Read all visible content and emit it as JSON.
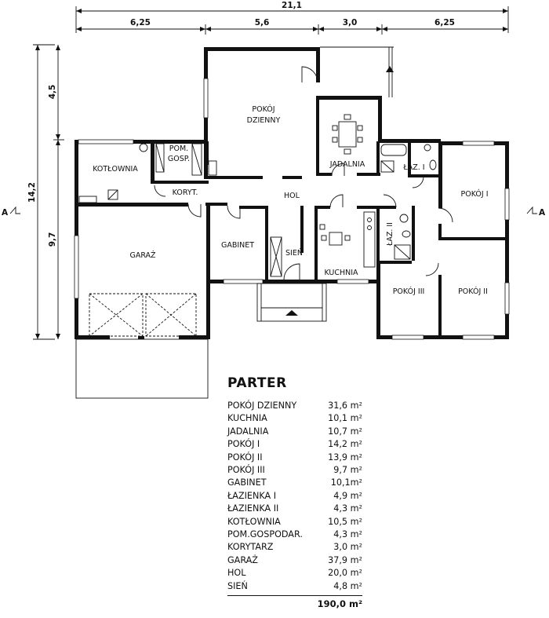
{
  "dimensions": {
    "overall_width": "21,1",
    "segment_1": "6,25",
    "segment_2": "5,6",
    "segment_3": "3,0",
    "segment_4": "6,25",
    "overall_depth": "14,2",
    "upper_depth": "4,5",
    "lower_depth": "9,7"
  },
  "section_marker": "A",
  "rooms": {
    "pokoj_dzienny_1": "POKÓJ",
    "pokoj_dzienny_2": "DZIENNY",
    "jadalnia": "JADALNIA",
    "kotlownia": "KOTŁOWNIA",
    "pom_gosp_1": "POM.",
    "pom_gosp_2": "GOSP.",
    "koryt": "KORYT.",
    "hol": "HOL",
    "laz_1": "ŁAZ. I",
    "laz_2": "ŁAZ. II",
    "pokoj_1": "POKÓJ I",
    "pokoj_2": "POKÓJ II",
    "pokoj_3": "POKÓJ III",
    "garaz": "GARAŻ",
    "gabinet": "GABINET",
    "sien": "SIEŃ",
    "kuchnia": "KUCHNIA"
  },
  "area_table": {
    "title": "PARTER",
    "rows": [
      {
        "name": "POKÓJ DZIENNY",
        "area": "31,6 m²"
      },
      {
        "name": "KUCHNIA",
        "area": "10,1 m²"
      },
      {
        "name": "JADALNIA",
        "area": "10,7 m²"
      },
      {
        "name": "POKÓJ I",
        "area": "14,2 m²"
      },
      {
        "name": "POKÓJ II",
        "area": "13,9 m²"
      },
      {
        "name": "POKÓJ III",
        "area": "9,7 m²"
      },
      {
        "name": "GABINET",
        "area": "10,1m²"
      },
      {
        "name": "ŁAZIENKA I",
        "area": "4,9 m²"
      },
      {
        "name": "ŁAZIENKA II",
        "area": "4,3 m²"
      },
      {
        "name": "KOTŁOWNIA",
        "area": "10,5 m²"
      },
      {
        "name": "POM.GOSPODAR.",
        "area": "4,3 m²"
      },
      {
        "name": "KORYTARZ",
        "area": "3,0 m²"
      },
      {
        "name": "GARAŻ",
        "area": "37,9 m²"
      },
      {
        "name": "HOL",
        "area": "20,0 m²"
      },
      {
        "name": "SIEŃ",
        "area": "4,8 m²"
      }
    ],
    "total": "190,0 m²"
  }
}
